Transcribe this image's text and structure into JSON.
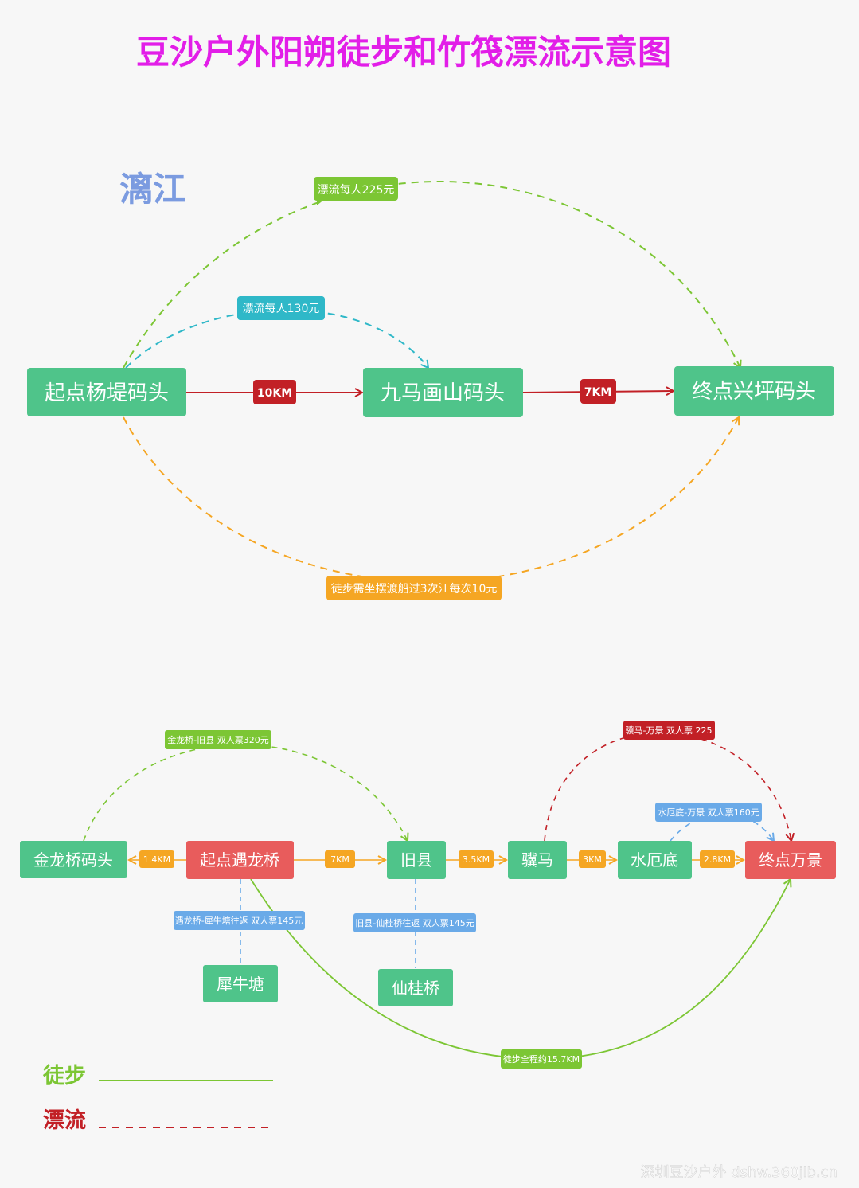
{
  "title": "豆沙户外阳朔徒步和竹筏漂流示意图",
  "river": "漓江",
  "colors": {
    "title": "#e21ee8",
    "river": "#7b9be0",
    "node_green": "#4fc48a",
    "node_red": "#e85c5c",
    "red_dark": "#c22026",
    "green_line": "#7cc634",
    "teal": "#2fb8c8",
    "orange": "#f5a623",
    "blue": "#6aaae8",
    "legend_hike": "#7cc634",
    "legend_raft": "#c22026"
  },
  "top": {
    "nodes": {
      "start": "起点杨堤码头",
      "mid": "九马画山码头",
      "end": "终点兴坪码头"
    },
    "distances": {
      "start_mid": "10KM",
      "mid_end": "7KM"
    },
    "labels": {
      "raft_full": "漂流每人225元",
      "raft_half": "漂流每人130元",
      "hike_note": "徒步需坐摆渡船过3次江每次10元"
    }
  },
  "bottom": {
    "nodes": {
      "jinlong": "金龙桥码头",
      "yulong": "起点遇龙桥",
      "jiuxian": "旧县",
      "jima": "骥马",
      "shuini": "水厄底",
      "wanjing": "终点万景",
      "xiniu": "犀牛塘",
      "xiangui": "仙桂桥"
    },
    "distances": {
      "yulong_jinlong": "1.4KM",
      "yulong_jiuxian": "7KM",
      "jiuxian_jima": "3.5KM",
      "jima_shuini": "3KM",
      "shuini_wanjing": "2.8KM"
    },
    "labels": {
      "jinlong_jiuxian": "金龙桥-旧县 双人票320元",
      "jima_wanjing": "骥马-万景 双人票 225",
      "shuini_wanjing": "水厄底-万景 双人票160元",
      "yulong_xiniu": "遇龙桥-犀牛塘往返 双人票145元",
      "jiuxian_xiangui": "旧县-仙桂桥往返 双人票145元",
      "hike_total": "徒步全程约15.7KM"
    }
  },
  "legend": {
    "hike": "徒步",
    "raft": "漂流"
  },
  "watermark": "深圳豆沙户外 dshw.360jlb.cn"
}
